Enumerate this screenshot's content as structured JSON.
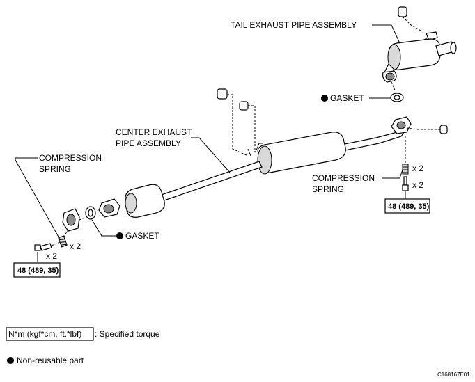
{
  "labels": {
    "tail_exhaust": "TAIL EXHAUST PIPE ASSEMBLY",
    "gasket_top": "GASKET",
    "center_exhaust_1": "CENTER EXHAUST",
    "center_exhaust_2": "PIPE ASSEMBLY",
    "compression_left_1": "COMPRESSION",
    "compression_left_2": "SPRING",
    "compression_right_1": "COMPRESSION",
    "compression_right_2": "SPRING",
    "gasket_left": "GASKET",
    "x2_left_spring": "x 2",
    "x2_left_bolt": "x 2",
    "x2_right_spring": "x 2",
    "x2_right_bolt": "x 2"
  },
  "torque": {
    "left": "48 (489, 35)",
    "right": "48 (489, 35)"
  },
  "legend": {
    "torque_unit": "N*m (kgf*cm, ft.*lbf)",
    "torque_desc": ": Specified torque",
    "non_reusable": "Non-reusable part"
  },
  "figure_code": "C168167E01"
}
